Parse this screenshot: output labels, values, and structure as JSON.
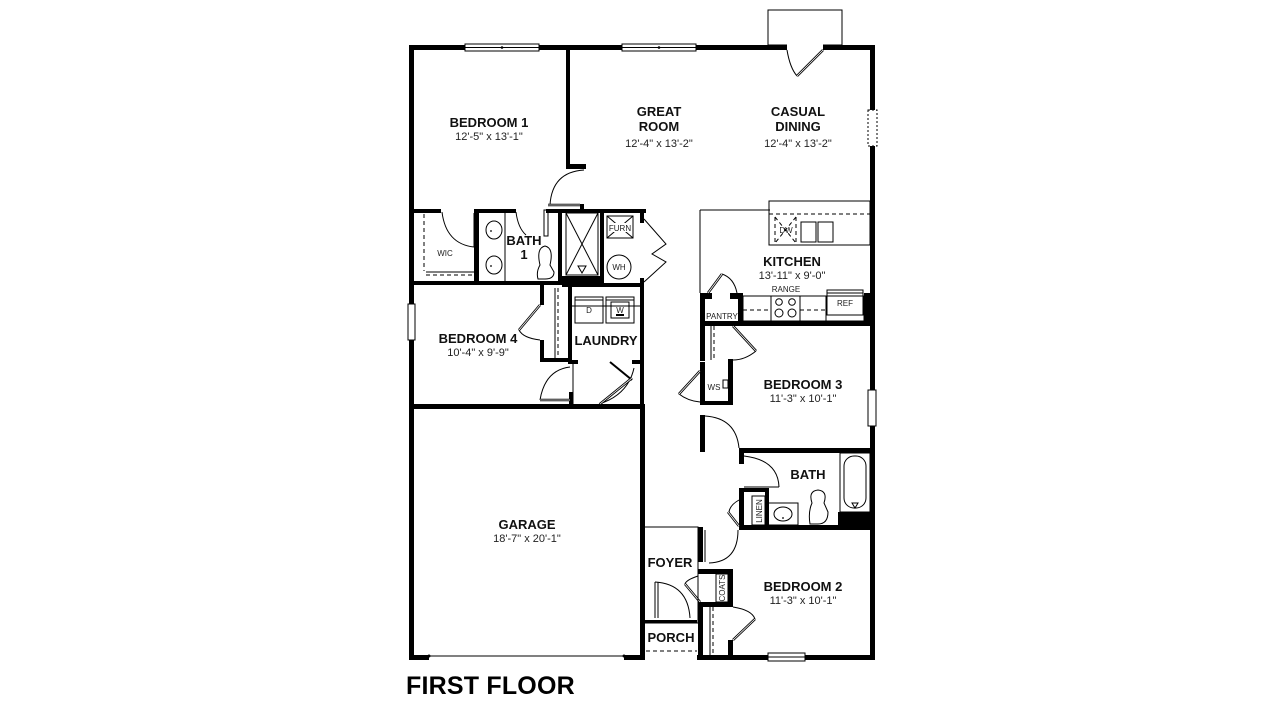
{
  "title": "FIRST FLOOR",
  "rooms": {
    "bedroom1": {
      "name": "BEDROOM 1",
      "dims": "12'-5\" x 13'-1\""
    },
    "great_room": {
      "name_line1": "GREAT",
      "name_line2": "ROOM",
      "dims": "12'-4\" x 13'-2\""
    },
    "casual_dining": {
      "name_line1": "CASUAL",
      "name_line2": "DINING",
      "dims": "12'-4\" x 13'-2\""
    },
    "bath1": {
      "name_line1": "BATH",
      "name_line2": "1"
    },
    "kitchen": {
      "name": "KITCHEN",
      "dims": "13'-11\" x 9'-0\""
    },
    "bedroom4": {
      "name": "BEDROOM 4",
      "dims": "10'-4\" x 9'-9\""
    },
    "laundry": {
      "name": "LAUNDRY"
    },
    "bedroom3": {
      "name": "BEDROOM 3",
      "dims": "11'-3\" x 10'-1\""
    },
    "bath": {
      "name": "BATH"
    },
    "garage": {
      "name": "GARAGE",
      "dims": "18'-7\" x 20'-1\""
    },
    "foyer": {
      "name": "FOYER"
    },
    "porch": {
      "name": "PORCH"
    },
    "bedroom2": {
      "name": "BEDROOM 2",
      "dims": "11'-3\" x 10'-1\""
    }
  },
  "fixtures": {
    "wic": "WIC",
    "furn": "FURN",
    "wh": "WH",
    "dryer": "D",
    "washer": "W",
    "dw": "DW",
    "range": "RANGE",
    "ref": "REF",
    "pantry": "PANTRY",
    "ws": "WS",
    "linen": "LINEN",
    "coats": "COATS"
  }
}
